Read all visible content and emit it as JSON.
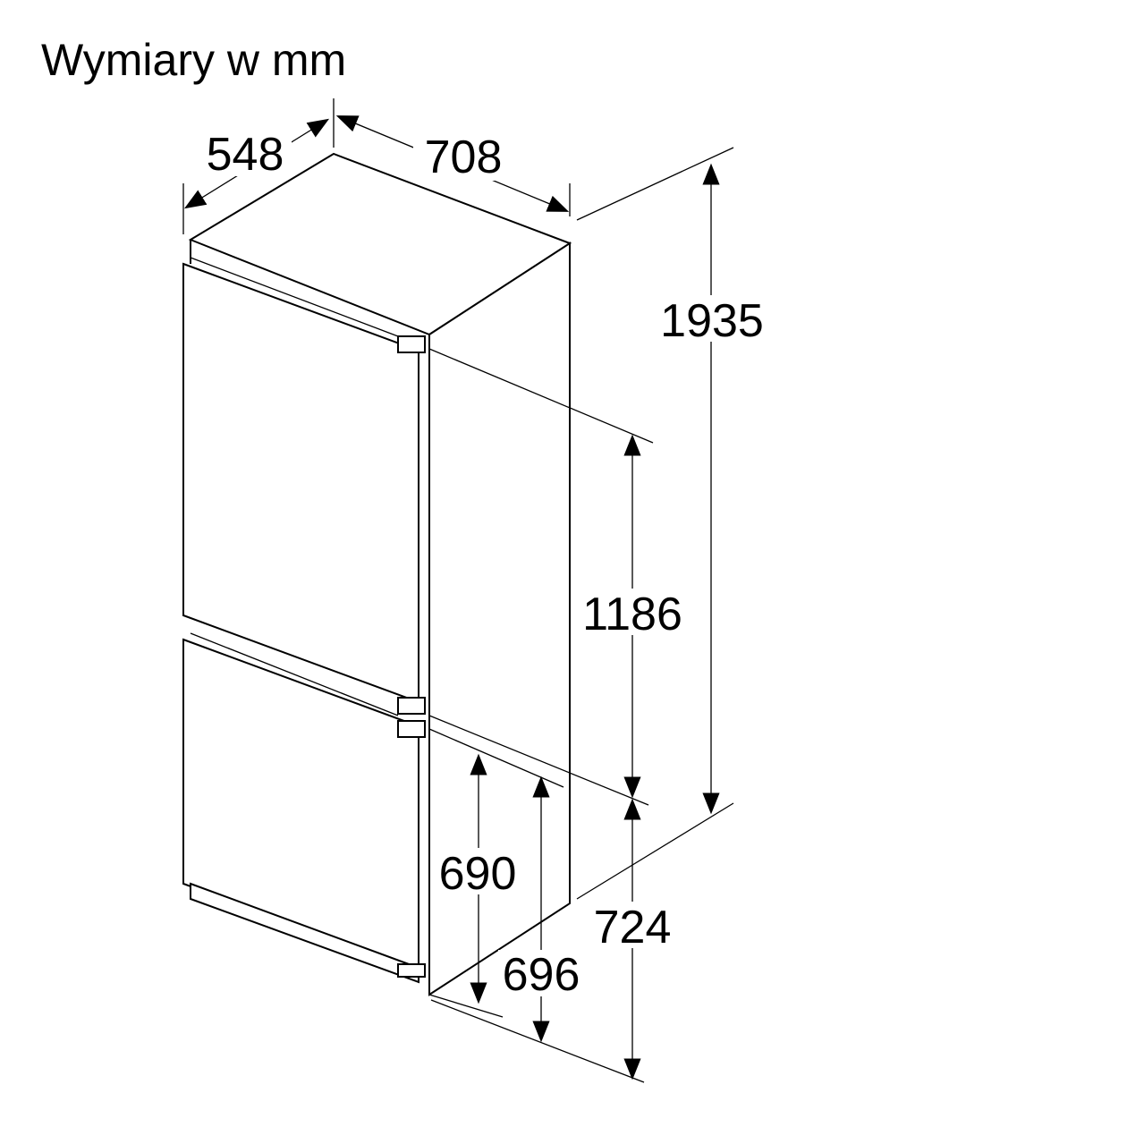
{
  "title": "Wymiary w mm",
  "dimensions": {
    "depth": "548",
    "width": "708",
    "total_height": "1935",
    "upper_section_height": "1186",
    "lower_section_height": "724",
    "lower_door_height_a": "690",
    "lower_door_height_b": "696"
  }
}
